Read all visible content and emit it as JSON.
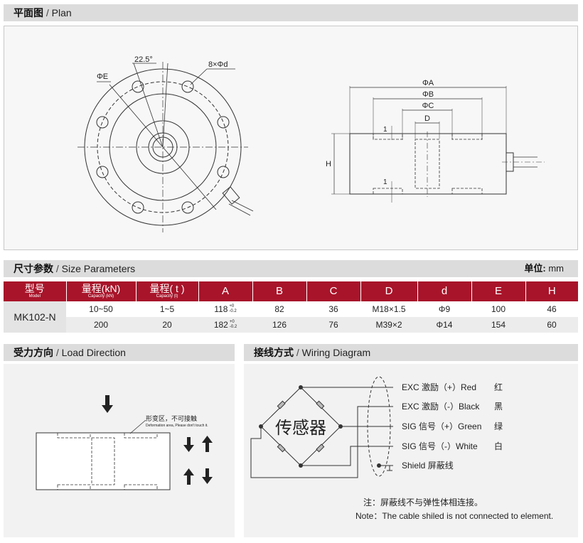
{
  "plan": {
    "title_cn": "平面图",
    "slash": "/",
    "title_en": "Plan",
    "labels": {
      "angle": "22.5°",
      "holes": "8×Φd",
      "phiE": "ΦE",
      "phiA": "ΦA",
      "phiB": "ΦB",
      "phiC": "ΦC",
      "D": "D",
      "H": "H",
      "one_top": "1",
      "one_bottom": "1"
    }
  },
  "size": {
    "title_cn": "尺寸参数",
    "slash": "/",
    "title_en": "Size Parameters",
    "unit_label": "单位:",
    "unit_value": "mm",
    "headers": [
      {
        "main": "型号",
        "sub": "Model"
      },
      {
        "main": "量程(kN)",
        "sub": "Capacity (kN)"
      },
      {
        "main": "量程( t )",
        "sub": "Capacity (t)"
      },
      {
        "main": "A",
        "sub": ""
      },
      {
        "main": "B",
        "sub": ""
      },
      {
        "main": "C",
        "sub": ""
      },
      {
        "main": "D",
        "sub": ""
      },
      {
        "main": "d",
        "sub": ""
      },
      {
        "main": "E",
        "sub": ""
      },
      {
        "main": "H",
        "sub": ""
      }
    ],
    "model": "MK102-N",
    "rows": [
      {
        "kn": "10~50",
        "t": "1~5",
        "A": "118",
        "A_tol_up": "+0",
        "A_tol_down": "-0.2",
        "B": "82",
        "C": "36",
        "D": "M18×1.5",
        "d": "Φ9",
        "E": "100",
        "H": "46"
      },
      {
        "kn": "200",
        "t": "20",
        "A": "182",
        "A_tol_up": "+0",
        "A_tol_down": "-0.2",
        "B": "126",
        "C": "76",
        "D": "M39×2",
        "d": "Φ14",
        "E": "154",
        "H": "60"
      }
    ]
  },
  "load": {
    "title_cn": "受力方向",
    "slash": "/",
    "title_en": "Load Direction",
    "deform_cn": "形变区，不可接触",
    "deform_en": "Deformation area, Please don't touch it."
  },
  "wiring": {
    "title_cn": "接线方式",
    "slash": "/",
    "title_en": "Wiring Diagram",
    "sensor": "传感器",
    "wires": [
      {
        "label": "EXC 激励（+）Red",
        "cn": "红"
      },
      {
        "label": "EXC 激励（-）Black",
        "cn": "黑"
      },
      {
        "label": "SIG 信号（+）Green",
        "cn": "绿"
      },
      {
        "label": "SIG 信号（-）White",
        "cn": "白"
      },
      {
        "label": "Shield  屏蔽线",
        "cn": ""
      }
    ],
    "note_cn": "注：屏蔽线不与弹性体相连接。",
    "note_en": "Note：The cable shiled is not connected to element."
  },
  "colors": {
    "header_red": "#a8142a",
    "bar_gray": "#dcdcdc",
    "panel_gray": "#f2f2f2"
  }
}
